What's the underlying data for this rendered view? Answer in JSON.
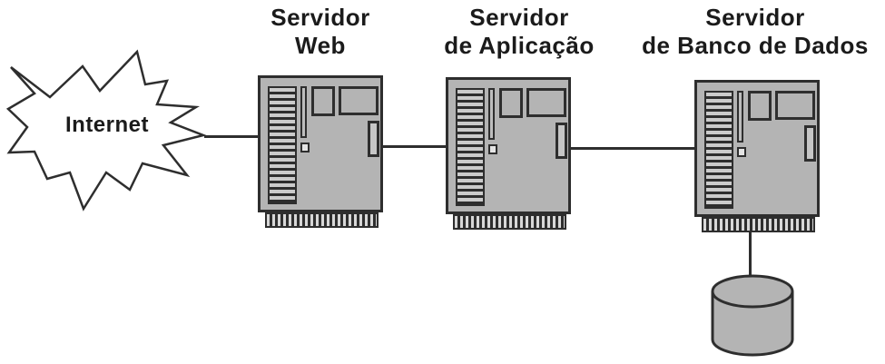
{
  "diagram": {
    "type": "network-architecture",
    "background": "#ffffff",
    "stroke_color": "#2e2e2e",
    "fill_gray": "#b4b4b4",
    "text_color": "#1b1b1b",
    "internet": {
      "label": "Internet",
      "icon": "starburst-cloud-icon"
    },
    "servers": [
      {
        "id": "servidor-web",
        "label_line1": "Servidor",
        "label_line2": "Web",
        "icon": "tower-server-icon"
      },
      {
        "id": "servidor-aplicacao",
        "label_line1": "Servidor",
        "label_line2": "de Aplicação",
        "icon": "tower-server-icon"
      },
      {
        "id": "servidor-banco-dados",
        "label_line1": "Servidor",
        "label_line2": "de Banco de Dados",
        "icon": "tower-server-icon"
      }
    ],
    "database": {
      "icon": "database-cylinder-icon"
    },
    "edges": [
      {
        "from": "internet",
        "to": "servidor-web"
      },
      {
        "from": "servidor-web",
        "to": "servidor-aplicacao"
      },
      {
        "from": "servidor-aplicacao",
        "to": "servidor-banco-dados"
      },
      {
        "from": "servidor-banco-dados",
        "to": "database"
      }
    ]
  }
}
